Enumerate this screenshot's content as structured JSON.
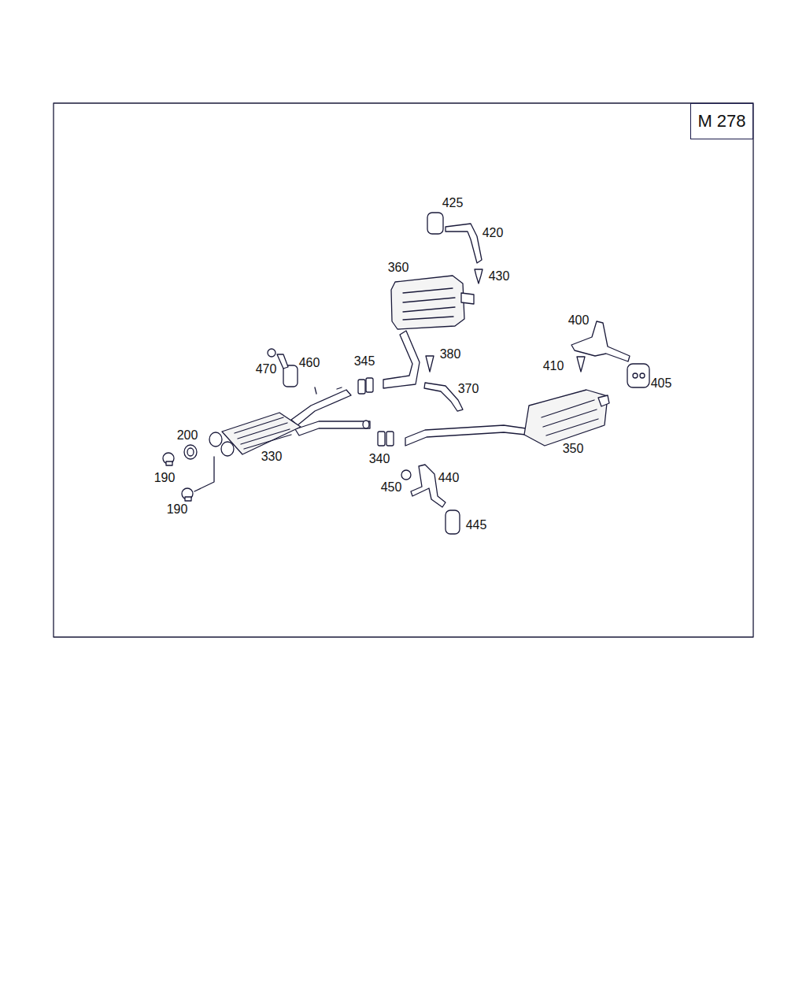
{
  "diagram": {
    "nodes": [
      {
        "text": [
          "M 278"
        ]
      }
    ],
    "labels": [
      "425",
      "420",
      "360",
      "430",
      "400",
      "380",
      "470",
      "460",
      "345",
      "370",
      "410",
      "405",
      "200",
      "330",
      "350",
      "190",
      "340",
      "440",
      "450",
      "190",
      "445"
    ]
  }
}
